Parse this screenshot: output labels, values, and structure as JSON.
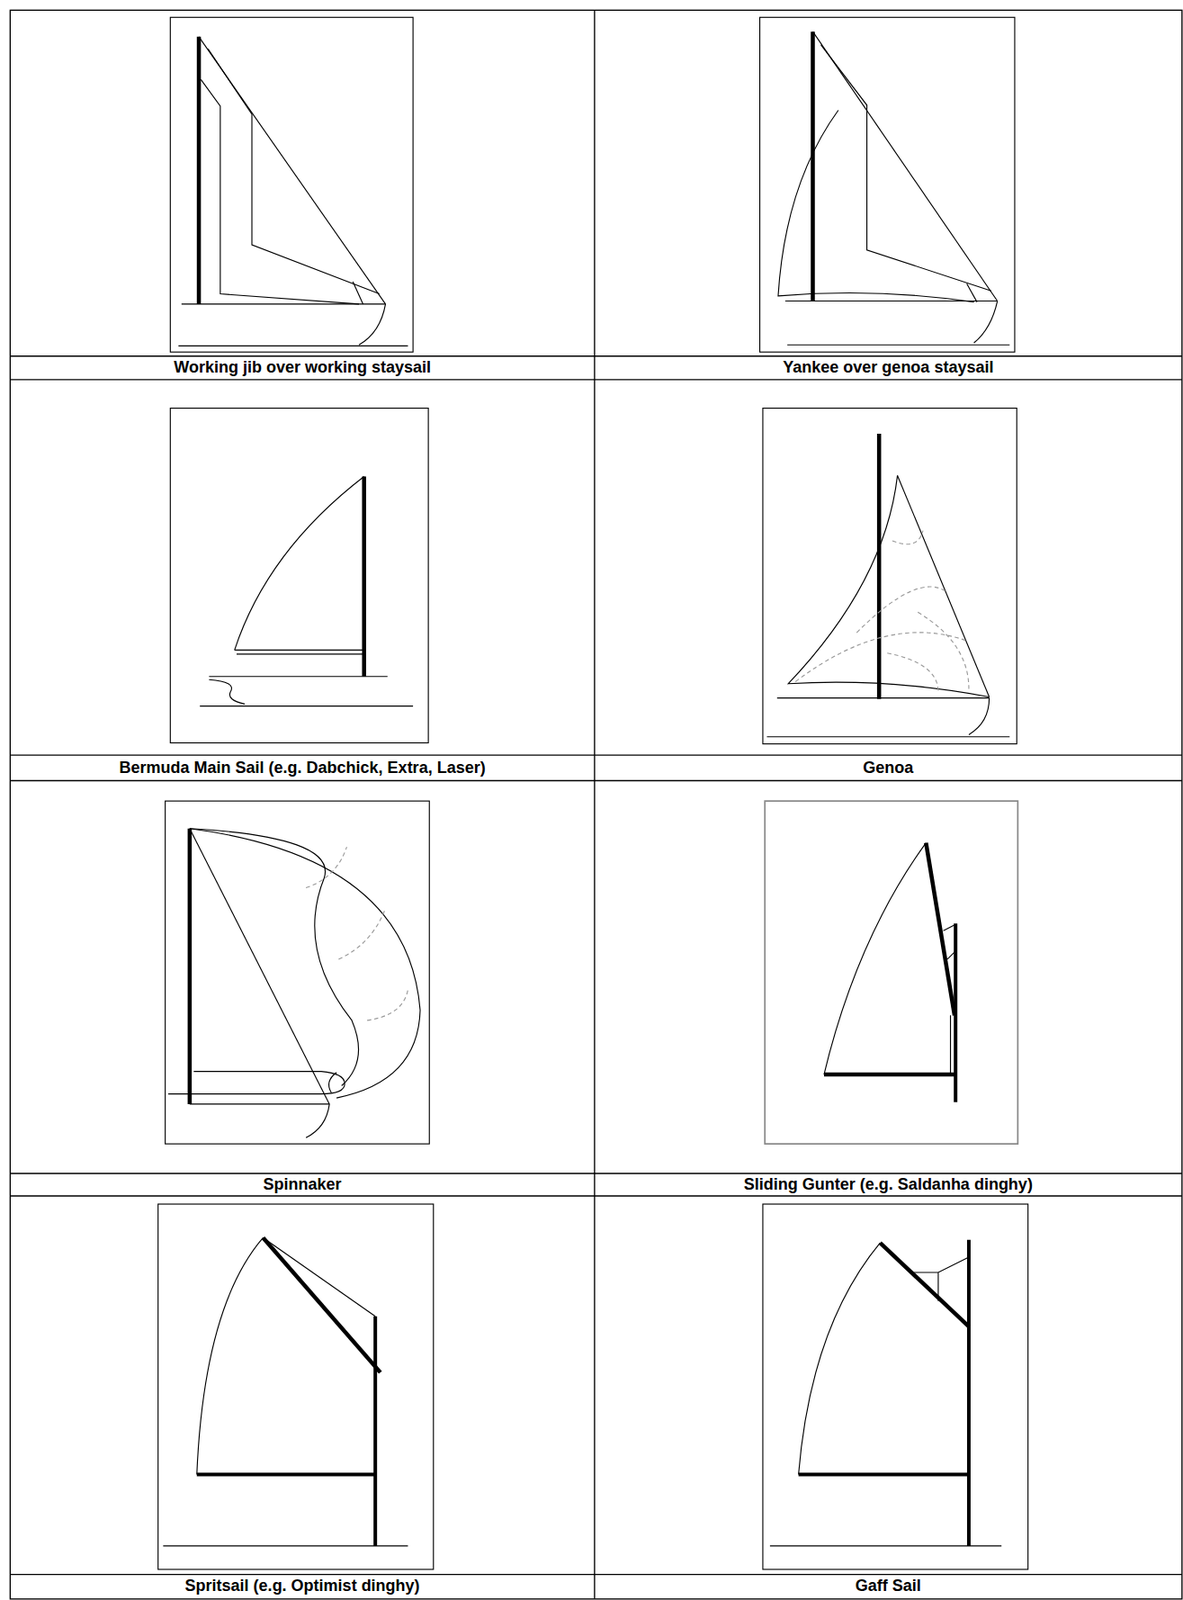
{
  "diagram": {
    "labels": [
      "Working jib over working staysail",
      "Yankee over genoa staysail",
      "Bermuda Main Sail (e.g. Dabchick, Extra, Laser)",
      "Genoa",
      "Spinnaker",
      "Sliding Gunter (e.g. Saldanha dinghy)",
      "Spritsail (e.g. Optimist dinghy)",
      "Gaff Sail"
    ]
  }
}
